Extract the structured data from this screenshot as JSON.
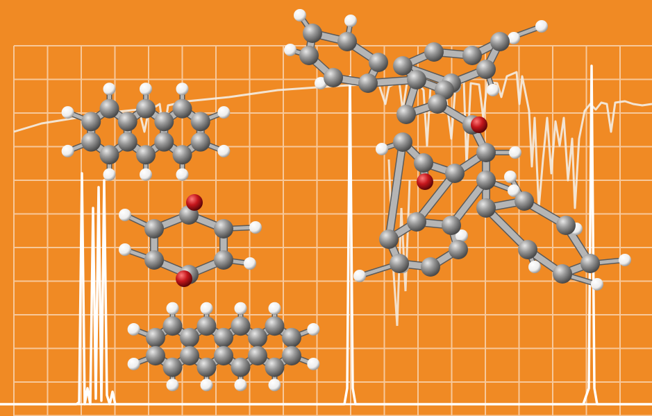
{
  "scene": {
    "description_free": true,
    "colors": {
      "background": "#F08A24",
      "grid": "#F7C89A",
      "nmr_trace": "#FFFFFF",
      "ir_trace": "#F3EDE6",
      "carbon": "#8C8C8C",
      "carbon_light": "#D9D9D9",
      "hydrogen": "#FFFFFF",
      "oxygen": "#C4161C",
      "bond": "#9A9A9A"
    },
    "molecules": [
      {
        "name": "anthracene-top",
        "kind": "acene",
        "rings": 3
      },
      {
        "name": "benzoquinone-middle",
        "kind": "quinone",
        "rings": 1
      },
      {
        "name": "anthracene-bottom",
        "kind": "acene",
        "rings": 3
      },
      {
        "name": "triptycene-quinone-adduct",
        "kind": "adduct",
        "rings": 4
      }
    ]
  }
}
